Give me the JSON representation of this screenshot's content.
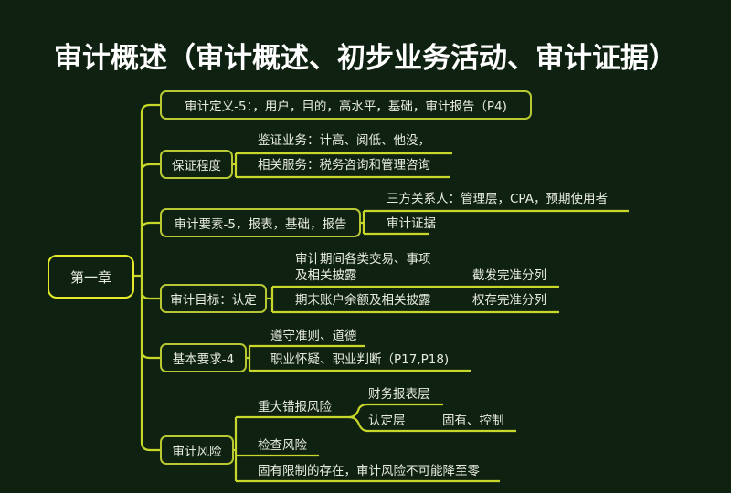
{
  "title": "审计概述（审计概述、初步业务活动、审计证据）",
  "root": {
    "label": "第一章"
  },
  "branches": [
    {
      "label": "审计定义-5：，用户，目的，高水平，基础，审计报告（P4)"
    },
    {
      "label": "保证程度",
      "children": [
        "鉴证业务：计高、阅低、他没，",
        "相关服务：税务咨询和管理咨询"
      ]
    },
    {
      "label": "审计要素-5，报表，基础，报告",
      "children": [
        "三方关系人：管理层，CPA，预期使用者",
        "审计证据"
      ]
    },
    {
      "label": "审计目标：认定",
      "children": [
        {
          "label_line1": "审计期间各类交易、事项",
          "label_line2": "及相关披露",
          "child": "截发完准分列"
        },
        {
          "label": "期末账户余额及相关披露",
          "child": "权存完准分列"
        }
      ]
    },
    {
      "label": "基本要求-4",
      "children": [
        "遵守准则、道德",
        "职业怀疑、职业判断（P17,P18)"
      ]
    },
    {
      "label": "审计风险",
      "children": [
        {
          "label": "重大错报风险",
          "children": [
            "财务报表层",
            {
              "label": "认定层",
              "child": "固有、控制"
            }
          ]
        },
        "检查风险",
        "固有限制的存在，审计风险不可能降至零"
      ]
    }
  ],
  "colors": {
    "background": "#0f2211",
    "line": "#c8d82a",
    "box_border": "#b7c832",
    "root_border": "#e4ec2a",
    "text": "#e8ece0",
    "title": "#ffffff"
  }
}
